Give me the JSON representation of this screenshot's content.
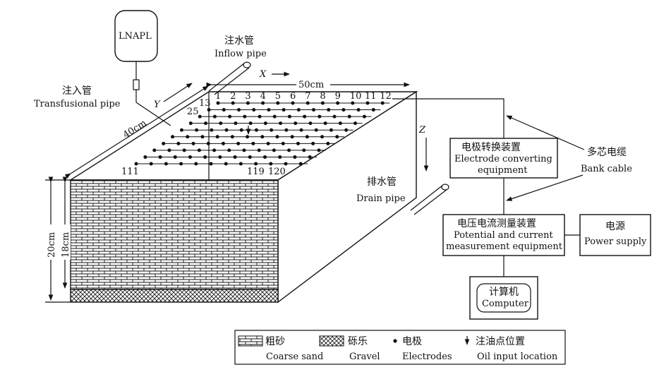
{
  "diagram": {
    "lnapl_label": "LNAPL",
    "inflow_pipe_cn": "注水管",
    "inflow_pipe_en": "Inflow pipe",
    "transfusional_pipe_cn": "注入管",
    "transfusional_pipe_en": "Transfusional pipe",
    "drain_pipe_cn": "排水管",
    "drain_pipe_en": "Drain pipe",
    "axis_x": "X",
    "axis_y": "Y",
    "axis_z": "Z",
    "dim_x": "50cm",
    "dim_y": "40cm",
    "dim_height_outer": "20cm",
    "dim_height_inner": "18cm",
    "electrode_top_numbers": [
      "1",
      "2",
      "3",
      "4",
      "5",
      "6",
      "7",
      "8",
      "9",
      "10",
      "11",
      "12"
    ],
    "electrode_label_13": "13",
    "electrode_label_25": "25",
    "electrode_label_111": "111",
    "electrode_label_119": "119",
    "electrode_label_120": "120",
    "converter_cn": "电极转换装置",
    "converter_en_1": "Electrode converting",
    "converter_en_2": "equipment",
    "cable_cn": "多芯电缆",
    "cable_en": "Bank cable",
    "measure_cn": "电压电流测量装置",
    "measure_en_1": "Potential and current",
    "measure_en_2": "measurement equipment",
    "power_cn": "电源",
    "power_en": "Power supply",
    "computer_cn": "计算机",
    "computer_en": "Computer"
  },
  "legend": {
    "coarse_sand_cn": "粗砂",
    "coarse_sand_en": "Coarse sand",
    "gravel_cn": "砾乐",
    "gravel_en": "Gravel",
    "electrodes_cn": "电极",
    "electrodes_en": "Electrodes",
    "oil_cn": "注油点位置",
    "oil_en": "Oil input location"
  }
}
